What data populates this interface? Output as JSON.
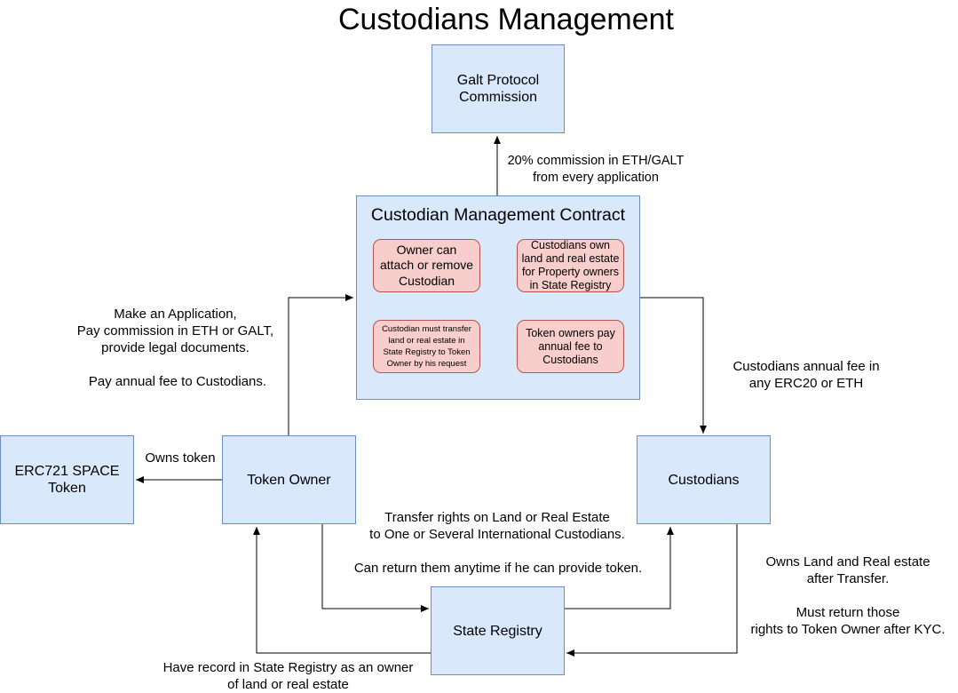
{
  "title": "Custodians Management",
  "nodes": {
    "galt_commission": "Galt Protocol\nCommission",
    "contract_title": "Custodian Management Contract",
    "erc721": "ERC721 SPACE\nToken",
    "token_owner": "Token Owner",
    "custodians": "Custodians",
    "state_registry": "State Registry"
  },
  "contract_rules": {
    "rule1": "Owner can\nattach or remove\nCustodian",
    "rule2": "Custodians own\nland and real estate\nfor Property owners\nin State Registry",
    "rule3": "Custodian must transfer\nland or real estate in\nState Registry to Token\nOwner by his request",
    "rule4": "Token owners pay\nannual fee to\nCustodians"
  },
  "edge_labels": {
    "commission": "20%  commission in ETH/GALT\nfrom every application",
    "application": "Make an Application,\nPay commission in ETH or GALT,\nprovide legal documents.",
    "annual_fee_owner": "Pay annual fee to Custodians.",
    "annual_fee_custodians": "Custodians annual fee in\nany ERC20 or ETH",
    "owns_token": "Owns token",
    "transfer_rights": "Transfer rights on Land or Real Estate\nto One or Several International Custodians.",
    "return_rights": "Can return them anytime if he can provide token.",
    "owns_land": "Owns Land and Real estate\nafter Transfer.",
    "must_return": "Must return those\nrights to Token Owner after KYC.",
    "record": "Have record in State Registry as an owner\nof land or real estate"
  }
}
